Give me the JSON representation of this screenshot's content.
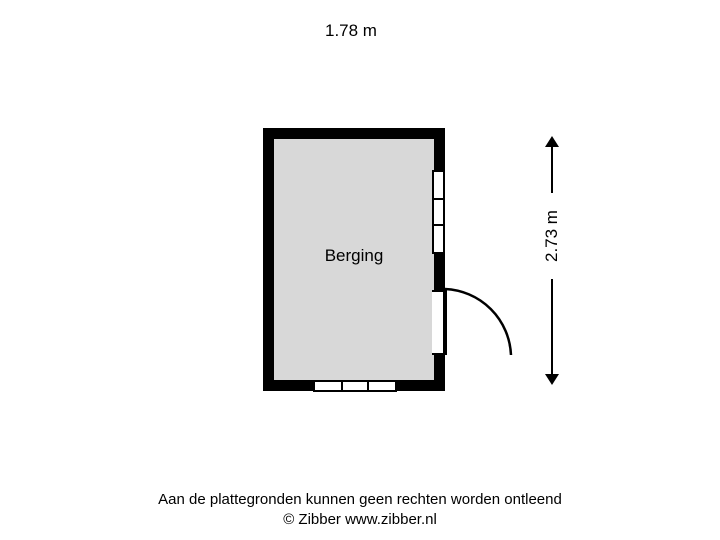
{
  "plan": {
    "room_label": "Berging",
    "width_dimension": "1.78 m",
    "height_dimension": "2.73 m",
    "colors": {
      "wall": "#000000",
      "floor": "#d8d8d8",
      "background": "#ffffff",
      "text": "#000000"
    },
    "features": {
      "window_right_name": "window",
      "window_bottom_name": "window",
      "door_name": "door"
    }
  },
  "footer": {
    "disclaimer": "Aan de plattegronden kunnen geen rechten worden ontleend",
    "copyright": "© Zibber www.zibber.nl"
  }
}
